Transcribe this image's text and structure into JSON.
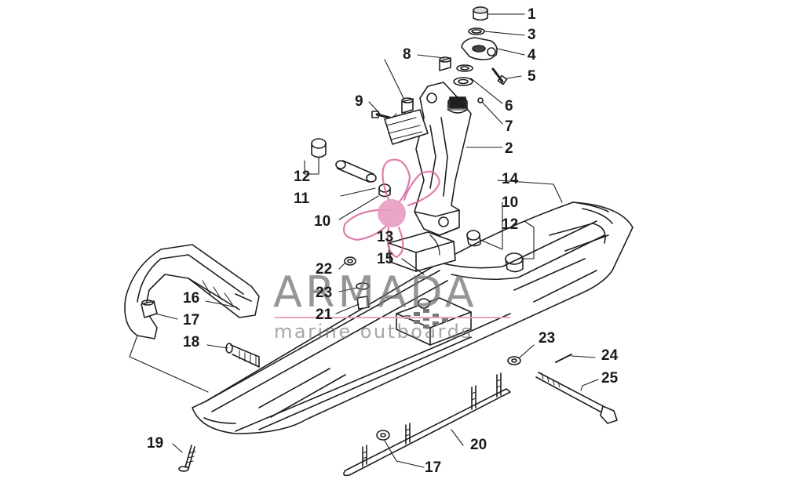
{
  "watermark": {
    "brand": "ARMADA",
    "tagline": "marine outboards",
    "accent_color": "#d9669e",
    "text_color": "#6e6e6e"
  },
  "diagram": {
    "line_color": "#1f1f1f",
    "callouts": [
      {
        "key": "c1",
        "text": "1"
      },
      {
        "key": "c3",
        "text": "3"
      },
      {
        "key": "c4",
        "text": "4"
      },
      {
        "key": "c5",
        "text": "5"
      },
      {
        "key": "c8",
        "text": "8"
      },
      {
        "key": "c6",
        "text": "6"
      },
      {
        "key": "c9",
        "text": "9"
      },
      {
        "key": "c7",
        "text": "7"
      },
      {
        "key": "c2",
        "text": "2"
      },
      {
        "key": "c14",
        "text": "14"
      },
      {
        "key": "c12a",
        "text": "12"
      },
      {
        "key": "c11",
        "text": "11"
      },
      {
        "key": "c10a",
        "text": "10"
      },
      {
        "key": "c10b",
        "text": "10"
      },
      {
        "key": "c12b",
        "text": "12"
      },
      {
        "key": "c13",
        "text": "13"
      },
      {
        "key": "c15",
        "text": "15"
      },
      {
        "key": "c22",
        "text": "22"
      },
      {
        "key": "c23a",
        "text": "23"
      },
      {
        "key": "c16",
        "text": "16"
      },
      {
        "key": "c21",
        "text": "21"
      },
      {
        "key": "c17a",
        "text": "17"
      },
      {
        "key": "c18",
        "text": "18"
      },
      {
        "key": "c23b",
        "text": "23"
      },
      {
        "key": "c24",
        "text": "24"
      },
      {
        "key": "c25",
        "text": "25"
      },
      {
        "key": "c19",
        "text": "19"
      },
      {
        "key": "c20",
        "text": "20"
      },
      {
        "key": "c17b",
        "text": "17"
      }
    ]
  }
}
